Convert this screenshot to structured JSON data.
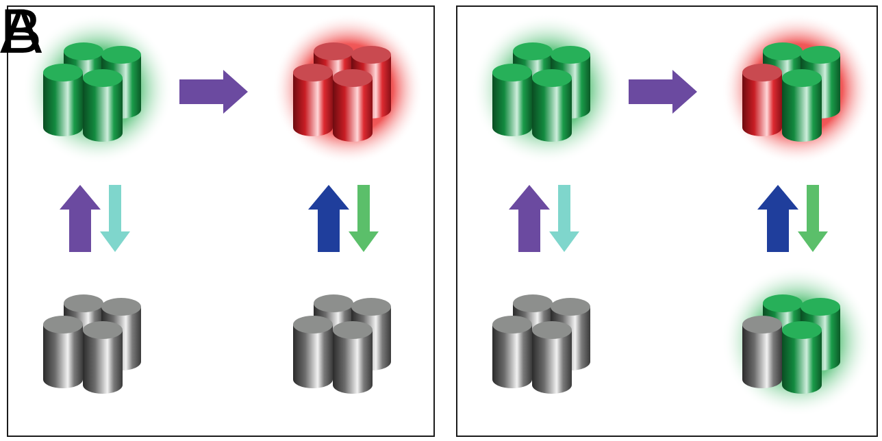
{
  "colors": {
    "green_on": "#1fa34e",
    "red_on": "#e0262f",
    "gray_off": "#8a8a8a",
    "arrow_purple": "#6b4aa0",
    "arrow_cyan": "#7fd6cc",
    "arrow_blue": "#1f3e9c",
    "arrow_green": "#5bbf6a"
  },
  "panels": [
    {
      "letter": "A",
      "clusters": [
        {
          "name": "top-left",
          "glow": "green",
          "cylinders": [
            "green",
            "green",
            "green",
            "green"
          ]
        },
        {
          "name": "top-right",
          "glow": "red",
          "cylinders": [
            "red",
            "red",
            "red",
            "red"
          ]
        },
        {
          "name": "bottom-left",
          "glow": "none",
          "cylinders": [
            "gray",
            "gray",
            "gray",
            "gray"
          ]
        },
        {
          "name": "bottom-right",
          "glow": "none",
          "cylinders": [
            "gray",
            "gray",
            "gray",
            "gray"
          ]
        }
      ],
      "arrows": [
        {
          "name": "horizontal",
          "direction": "right",
          "color": "arrow_purple"
        },
        {
          "name": "left-up",
          "direction": "up",
          "color": "arrow_purple"
        },
        {
          "name": "left-down",
          "direction": "down",
          "color": "arrow_cyan"
        },
        {
          "name": "right-up",
          "direction": "up",
          "color": "arrow_blue"
        },
        {
          "name": "right-down",
          "direction": "down",
          "color": "arrow_green"
        }
      ]
    },
    {
      "letter": "B",
      "clusters": [
        {
          "name": "top-left",
          "glow": "green",
          "cylinders": [
            "green",
            "green",
            "green",
            "green"
          ]
        },
        {
          "name": "top-right",
          "glow": "red",
          "cylinders": [
            "green",
            "green",
            "red",
            "green"
          ]
        },
        {
          "name": "bottom-left",
          "glow": "none",
          "cylinders": [
            "gray",
            "gray",
            "gray",
            "gray"
          ]
        },
        {
          "name": "bottom-right",
          "glow": "green",
          "cylinders": [
            "green",
            "green",
            "gray",
            "green"
          ]
        }
      ],
      "arrows": [
        {
          "name": "horizontal",
          "direction": "right",
          "color": "arrow_purple"
        },
        {
          "name": "left-up",
          "direction": "up",
          "color": "arrow_purple"
        },
        {
          "name": "left-down",
          "direction": "down",
          "color": "arrow_cyan"
        },
        {
          "name": "right-up",
          "direction": "up",
          "color": "arrow_blue"
        },
        {
          "name": "right-down",
          "direction": "down",
          "color": "arrow_green"
        }
      ]
    }
  ]
}
